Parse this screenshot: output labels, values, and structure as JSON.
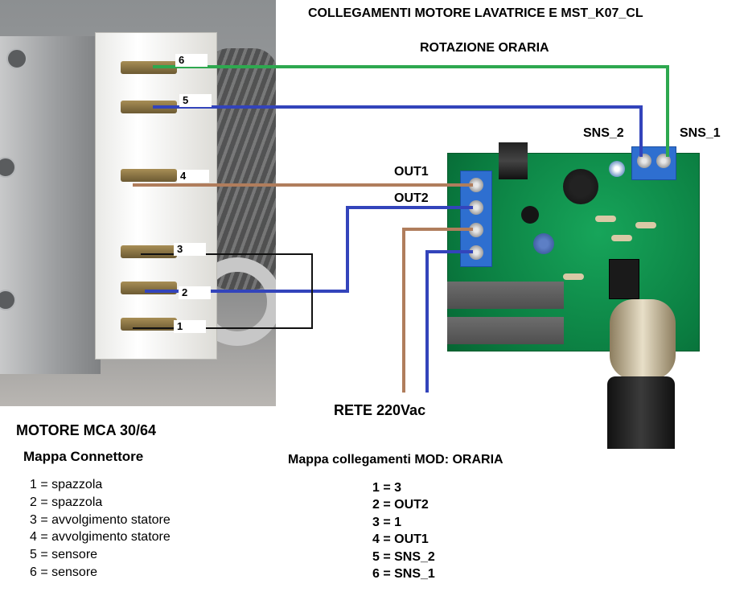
{
  "title": "COLLEGAMENTI MOTORE  LAVATRICE  E  MST_K07_CL",
  "subtitle": "ROTAZIONE  ORARIA",
  "pin_labels": [
    "6",
    "5",
    "4",
    "3",
    "2",
    "1"
  ],
  "board_labels": {
    "sns2": "SNS_2",
    "sns1": "SNS_1",
    "out1": "OUT1",
    "out2": "OUT2",
    "rete": "RETE 220Vac"
  },
  "motor_title": "MOTORE MCA 30/64",
  "connector_map": {
    "heading": "Mappa  Connettore",
    "items": [
      "1 = spazzola",
      "2 = spazzola",
      "3 = avvolgimento statore",
      "4 = avvolgimento statore",
      "5 = sensore",
      "6 = sensore"
    ]
  },
  "connection_map": {
    "heading": "Mappa collegamenti  MOD: ORARIA",
    "items": [
      "1 = 3",
      "2 = OUT2",
      "3 = 1",
      "4 = OUT1",
      "5 = SNS_2",
      "6 = SNS_1"
    ]
  },
  "wire_colors": {
    "green": "#2ea84f",
    "blue": "#3344bb",
    "brown": "#b07d5c",
    "black": "#111111"
  }
}
